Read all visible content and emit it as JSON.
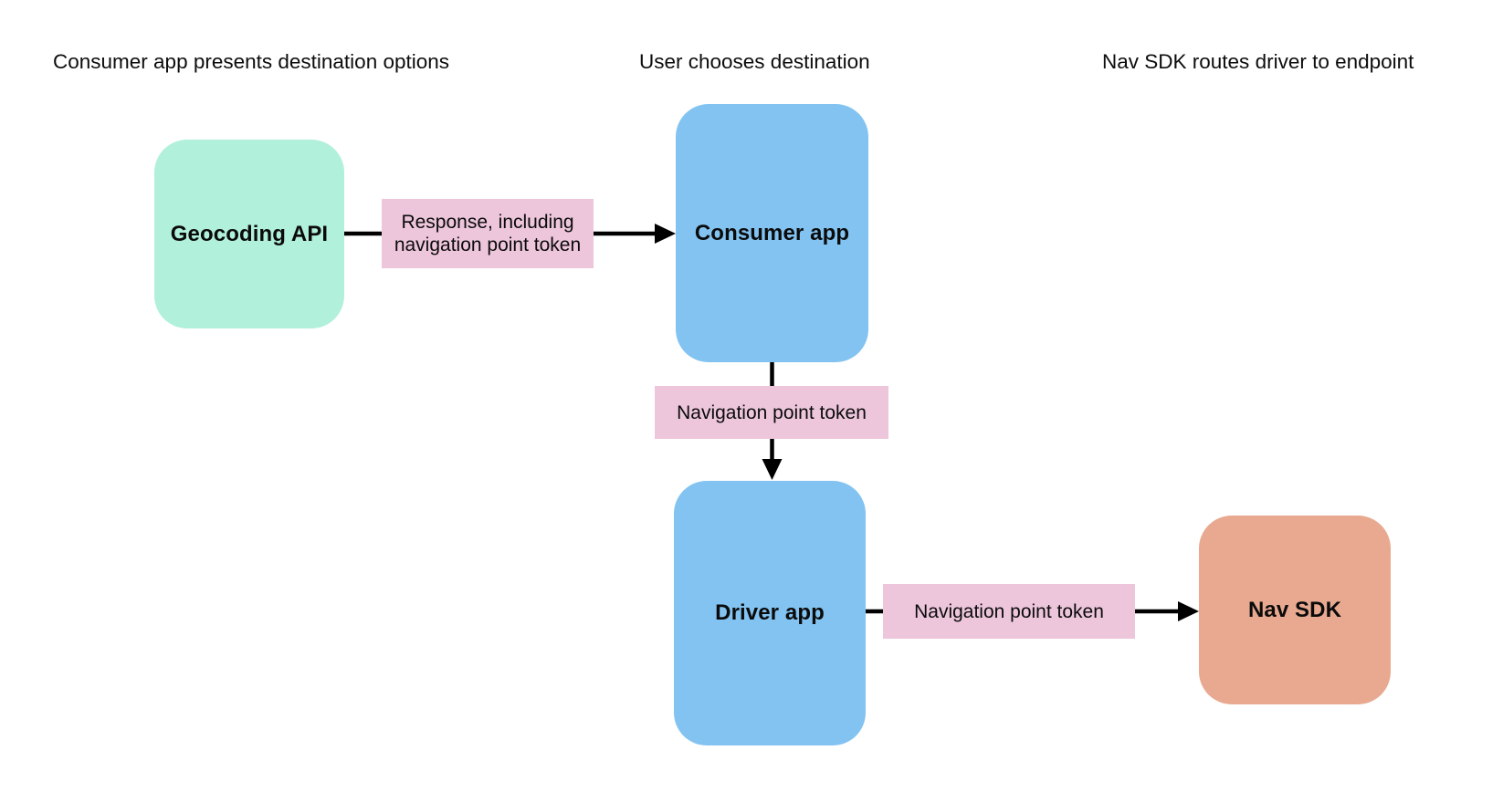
{
  "headers": [
    {
      "label": "Consumer app presents destination options"
    },
    {
      "label": "User chooses destination"
    },
    {
      "label": "Nav SDK routes driver to endpoint"
    }
  ],
  "nodes": {
    "geocoding": {
      "label": "Geocoding API",
      "fill": "#b1f0db"
    },
    "consumer": {
      "label": "Consumer app",
      "fill": "#82c3f1"
    },
    "driver": {
      "label": "Driver app",
      "fill": "#82c3f1"
    },
    "navsdk": {
      "label": "Nav SDK",
      "fill": "#e8a990"
    }
  },
  "edge_labels": {
    "response": {
      "label": "Response, including navigation point token",
      "fill": "#edc6dc"
    },
    "consumer_to_driver": {
      "label": "Navigation point token",
      "fill": "#edc6dc"
    },
    "driver_to_navsdk": {
      "label": "Navigation point token",
      "fill": "#edc6dc"
    }
  },
  "arrow_color": "#000000"
}
